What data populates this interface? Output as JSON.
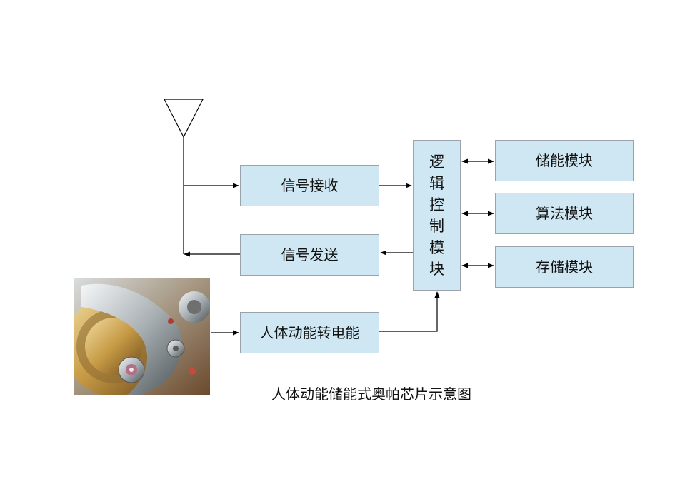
{
  "blocks": {
    "signal_receive": "信号接收",
    "signal_send": "信号发送",
    "kinetic_to_electric": "人体动能转电能",
    "logic_control": [
      "逻",
      "辑",
      "控",
      "制",
      "模",
      "块"
    ],
    "energy_storage": "储能模块",
    "algorithm": "算法模块",
    "memory_storage": "存储模块"
  },
  "caption": "人体动能储能式奥帕芯片示意图",
  "colors": {
    "box_fill": "#cfe7f3",
    "box_border": "#9aa3ab",
    "line": "#000000"
  }
}
